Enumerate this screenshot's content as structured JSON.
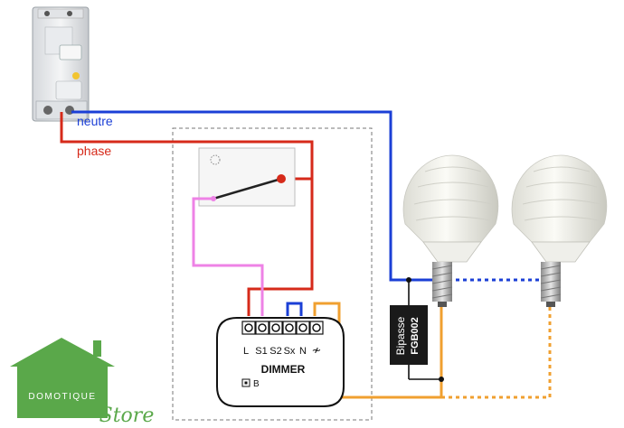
{
  "wires": {
    "neutral_label": "neutre",
    "phase_label": "phase",
    "colors": {
      "neutral": "#1b3fd6",
      "phase": "#d62a1a",
      "switch": "#ee82e6",
      "load": "#f0a030",
      "bypass": "#111111",
      "box_border": "#777777"
    }
  },
  "dimmer": {
    "title": "DIMMER",
    "terminals": [
      "L",
      "S1",
      "S2",
      "Sx",
      "N",
      "≁"
    ],
    "button_label": "B"
  },
  "bypass": {
    "line1": "Bipasse",
    "line2": "FGB002"
  },
  "logo": {
    "top_text": "Domotique",
    "script_text": "Store",
    "color": "#5aa84a"
  },
  "icons": [
    "breaker-icon",
    "wall-switch-icon",
    "bulb-icon"
  ]
}
